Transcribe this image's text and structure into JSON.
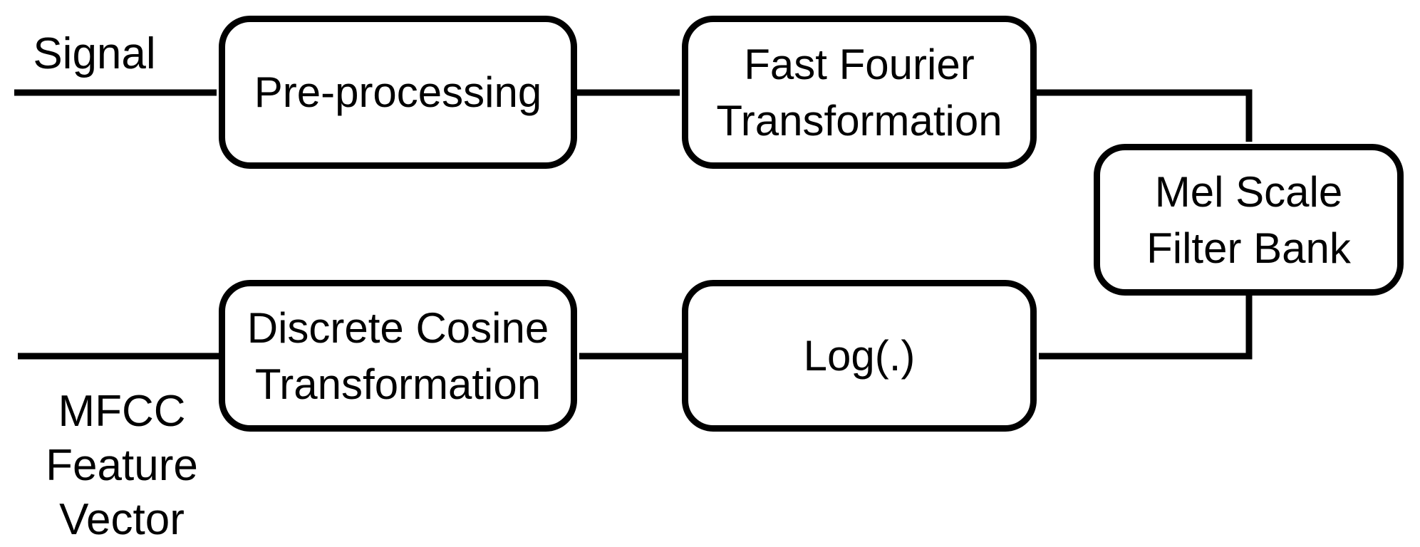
{
  "colors": {
    "ink": "#000000",
    "background": "#ffffff"
  },
  "labels": {
    "input": "Signal",
    "output": {
      "line1": "MFCC",
      "line2": "Feature",
      "line3": "Vector"
    }
  },
  "nodes": {
    "preprocessing": {
      "label": "Pre-processing"
    },
    "fft": {
      "line1": "Fast Fourier",
      "line2": "Transformation"
    },
    "mel": {
      "line1": "Mel Scale",
      "line2": "Filter Bank"
    },
    "log": {
      "label": "Log(.)"
    },
    "dct": {
      "line1": "Discrete Cosine",
      "line2": "Transformation"
    }
  },
  "edges": [
    {
      "from": "signal-input",
      "to": "preprocessing"
    },
    {
      "from": "preprocessing",
      "to": "fft"
    },
    {
      "from": "fft",
      "to": "mel"
    },
    {
      "from": "mel",
      "to": "log"
    },
    {
      "from": "log",
      "to": "dct"
    },
    {
      "from": "dct",
      "to": "mfcc-output"
    }
  ]
}
